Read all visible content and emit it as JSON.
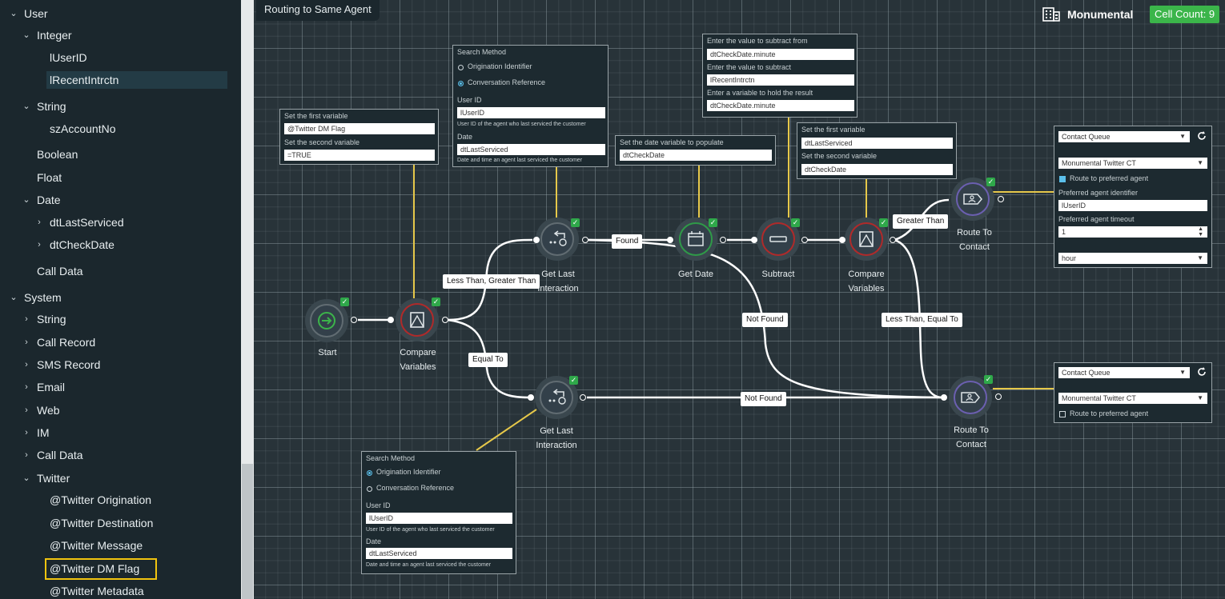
{
  "sidebar": {
    "items": [
      {
        "label": "User",
        "expanded": true
      },
      {
        "label": "Integer",
        "expanded": true
      },
      {
        "label": "lUserID"
      },
      {
        "label": "lRecentIntrctn",
        "selected": true
      },
      {
        "label": "String",
        "expanded": true
      },
      {
        "label": "szAccountNo"
      },
      {
        "label": "Boolean"
      },
      {
        "label": "Float"
      },
      {
        "label": "Date",
        "expanded": true
      },
      {
        "label": "dtLastServiced",
        "expanded": false
      },
      {
        "label": "dtCheckDate",
        "expanded": false
      },
      {
        "label": "Call Data"
      },
      {
        "label": "System",
        "expanded": true
      },
      {
        "label": "String",
        "expanded": false
      },
      {
        "label": "Call Record",
        "expanded": false
      },
      {
        "label": "SMS Record",
        "expanded": false
      },
      {
        "label": "Email",
        "expanded": false
      },
      {
        "label": "Web",
        "expanded": false
      },
      {
        "label": "IM",
        "expanded": false
      },
      {
        "label": "Call Data",
        "expanded": false
      },
      {
        "label": "Twitter",
        "expanded": true
      },
      {
        "label": "@Twitter Origination"
      },
      {
        "label": "@Twitter Destination"
      },
      {
        "label": "@Twitter Message"
      },
      {
        "label": "@Twitter DM Flag",
        "highlighted": true
      },
      {
        "label": "@Twitter Metadata"
      }
    ]
  },
  "header": {
    "flow_title": "Routing to Same Agent",
    "org_icon": "building-icon",
    "org_name": "Monumental",
    "cell_count": "Cell Count: 9",
    "cell_count_color": "#3bb54a"
  },
  "nodes": {
    "start": "Start",
    "compare1": [
      "Compare",
      "Variables"
    ],
    "get_last_top": [
      "Get Last",
      "Interaction"
    ],
    "get_date": "Get Date",
    "subtract": "Subtract",
    "compare2": [
      "Compare",
      "Variables"
    ],
    "route_top": [
      "Route To",
      "Contact"
    ],
    "get_last_bottom": [
      "Get Last",
      "Interaction"
    ],
    "route_bottom": [
      "Route To",
      "Contact"
    ]
  },
  "edge_labels": {
    "less_greater": "Less Than, Greater Than",
    "equal_to": "Equal To",
    "found": "Found",
    "not_found_top": "Not Found",
    "not_found_bottom": "Not Found",
    "greater_than": "Greater Than",
    "less_equal": "Less Than, Equal To"
  },
  "panels": {
    "set_vars1": {
      "first_label": "Set the first variable",
      "first_value": "@Twitter DM Flag",
      "second_label": "Set the second variable",
      "second_value": "=TRUE"
    },
    "search_top": {
      "title": "Search Method",
      "opt1": "Origination Identifier",
      "opt2": "Conversation Reference",
      "selected": "Conversation Reference",
      "userid_label": "User ID",
      "userid_value": "lUserID",
      "userid_note": "User ID of the agent who last serviced the customer",
      "date_label": "Date",
      "date_value": "dtLastServiced",
      "date_note": "Date and time an agent last serviced the customer"
    },
    "get_date": {
      "label": "Set the date variable to populate",
      "value": "dtCheckDate"
    },
    "subtract": {
      "l1": "Enter the value to subtract from",
      "v1": "dtCheckDate.minute",
      "l2": "Enter the value to subtract",
      "v2": "lRecentIntrctn",
      "l3": "Enter a variable to hold the result",
      "v3": "dtCheckDate.minute"
    },
    "set_vars2": {
      "first_label": "Set the first variable",
      "first_value": "dtLastServiced",
      "second_label": "Set the second variable",
      "second_value": "dtCheckDate"
    },
    "route_top": {
      "queue_type": "Contact Queue",
      "queue": "Monumental Twitter CT",
      "preferred_label": "Route to preferred agent",
      "preferred_checked": true,
      "agent_id_label": "Preferred agent identifier",
      "agent_id_value": "lUserID",
      "timeout_label": "Preferred agent timeout",
      "timeout_value": "1",
      "unit": "hour",
      "refresh_icon": "refresh-icon"
    },
    "route_bottom": {
      "queue_type": "Contact Queue",
      "queue": "Monumental Twitter CT",
      "preferred_label": "Route to preferred agent",
      "preferred_checked": false,
      "refresh_icon": "refresh-icon"
    },
    "search_bottom": {
      "title": "Search Method",
      "opt1": "Origination Identifier",
      "opt2": "Conversation Reference",
      "selected": "Origination Identifier",
      "userid_label": "User ID",
      "userid_value": "lUserID",
      "userid_note": "User ID of the agent who last serviced the customer",
      "date_label": "Date",
      "date_value": "dtLastServiced",
      "date_note": "Date and time an agent last serviced the customer"
    }
  },
  "colors": {
    "connector": "#e6c84a",
    "accent_green": "#2fa84a",
    "selected_bg": "#233b45",
    "highlight_border": "#f1c40f"
  }
}
